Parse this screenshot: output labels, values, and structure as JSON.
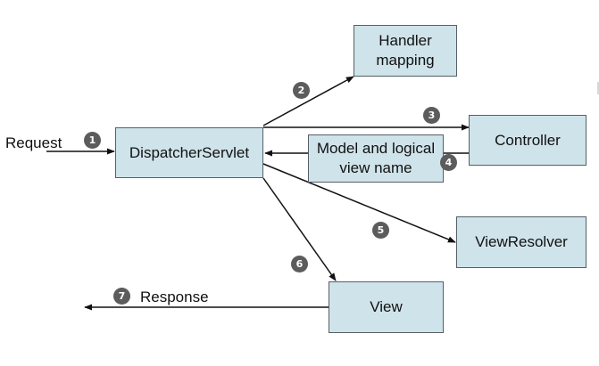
{
  "nodes": {
    "dispatcher": "DispatcherServlet",
    "handler_mapping": [
      "Handler",
      "mapping"
    ],
    "controller": "Controller",
    "model_view": [
      "Model and logical",
      "view name"
    ],
    "view_resolver": "ViewResolver",
    "view": "View"
  },
  "labels": {
    "request": "Request",
    "response": "Response"
  },
  "steps": [
    "1",
    "2",
    "3",
    "4",
    "5",
    "6",
    "7"
  ],
  "colors": {
    "box_fill": "#cfe3ea",
    "box_border": "#556066",
    "arrow": "#111111",
    "badge": "#5c5c5c"
  }
}
